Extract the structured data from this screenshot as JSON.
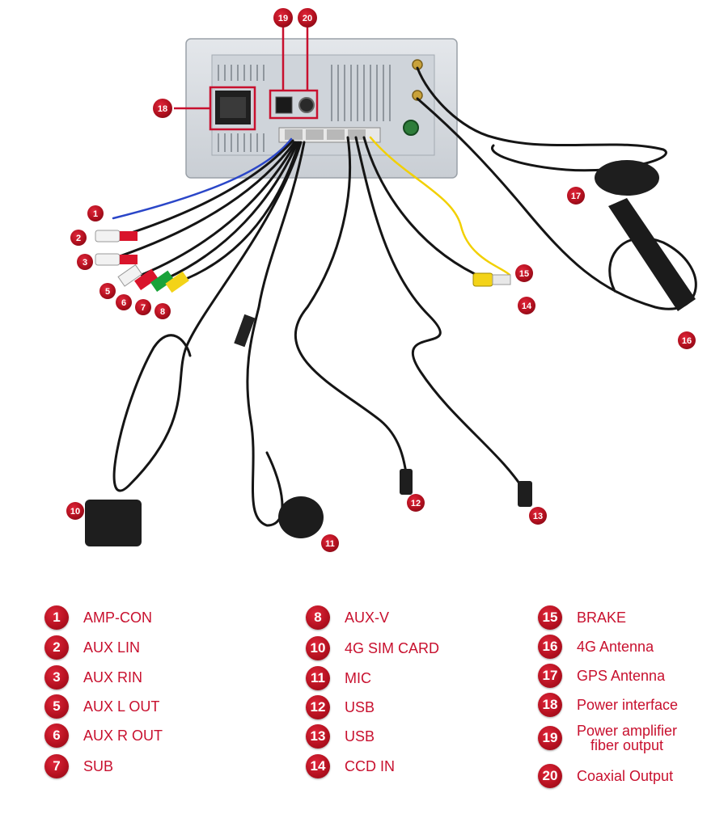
{
  "diagram": {
    "callouts": [
      "1",
      "2",
      "3",
      "5",
      "6",
      "7",
      "8",
      "10",
      "11",
      "12",
      "13",
      "14",
      "15",
      "16",
      "17",
      "18",
      "19",
      "20"
    ],
    "colors": {
      "badge_red": "#c8102e",
      "cable_black": "#151515",
      "cable_yellow": "#f2d000",
      "cable_blue": "#2a46c8",
      "rca_red": "#d9142b",
      "rca_white": "#f2f2f2",
      "rca_green": "#1aa33a",
      "rca_yellow": "#f3d318",
      "chassis": "#d9dde2"
    }
  },
  "legend": {
    "columns": [
      [
        {
          "num": "1",
          "label": "AMP-CON"
        },
        {
          "num": "2",
          "label": "AUX LIN"
        },
        {
          "num": "3",
          "label": "AUX RIN"
        },
        {
          "num": "5",
          "label": "AUX L OUT"
        },
        {
          "num": "6",
          "label": "AUX R OUT"
        },
        {
          "num": "7",
          "label": "SUB"
        }
      ],
      [
        {
          "num": "8",
          "label": "AUX-V"
        },
        {
          "num": "10",
          "label": "4G SIM CARD"
        },
        {
          "num": "11",
          "label": "MIC"
        },
        {
          "num": "12",
          "label": "USB"
        },
        {
          "num": "13",
          "label": "USB"
        },
        {
          "num": "14",
          "label": "CCD IN"
        }
      ],
      [
        {
          "num": "15",
          "label": "BRAKE"
        },
        {
          "num": "16",
          "label": "4G Antenna"
        },
        {
          "num": "17",
          "label": "GPS Antenna"
        },
        {
          "num": "18",
          "label": "Power interface"
        },
        {
          "num": "19",
          "label": "Power amplifier",
          "label2": "fiber output"
        },
        {
          "num": "20",
          "label": "Coaxial Output"
        }
      ]
    ]
  }
}
